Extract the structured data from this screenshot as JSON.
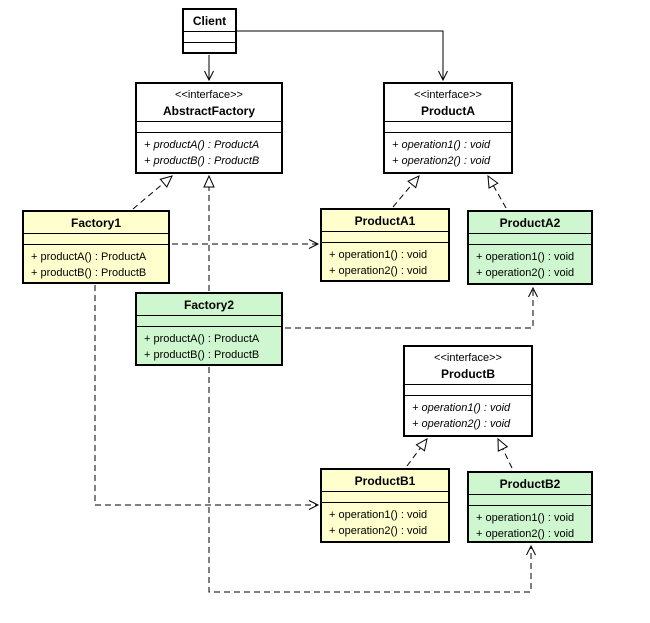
{
  "diagram": {
    "kind": "uml-class-diagram",
    "pattern": "Abstract Factory",
    "colors": {
      "background": "#FFFFFF",
      "interface_fill": "#FFFFFF",
      "family1_fill": "#FFFFCE",
      "family2_fill": "#CFF7CF",
      "border": "#000000",
      "line": "#000000"
    },
    "classes": {
      "client": {
        "name": "Client",
        "stereotype": "",
        "methods": []
      },
      "abstract_factory": {
        "stereotype": "<<interface>>",
        "name": "AbstractFactory",
        "methods": [
          "+ productA() : ProductA",
          "+ productB() : ProductB"
        ]
      },
      "product_a": {
        "stereotype": "<<interface>>",
        "name": "ProductA",
        "methods": [
          "+ operation1() : void",
          "+ operation2() : void"
        ]
      },
      "factory1": {
        "name": "Factory1",
        "methods": [
          "+ productA() : ProductA",
          "+ productB() : ProductB"
        ]
      },
      "factory2": {
        "name": "Factory2",
        "methods": [
          "+ productA() : ProductA",
          "+ productB() : ProductB"
        ]
      },
      "product_a1": {
        "name": "ProductA1",
        "methods": [
          "+ operation1() : void",
          "+ operation2() : void"
        ]
      },
      "product_a2": {
        "name": "ProductA2",
        "methods": [
          "+ operation1() : void",
          "+ operation2() : void"
        ]
      },
      "product_b": {
        "stereotype": "<<interface>>",
        "name": "ProductB",
        "methods": [
          "+ operation1() : void",
          "+ operation2() : void"
        ]
      },
      "product_b1": {
        "name": "ProductB1",
        "methods": [
          "+ operation1() : void",
          "+ operation2() : void"
        ]
      },
      "product_b2": {
        "name": "ProductB2",
        "methods": [
          "+ operation1() : void",
          "+ operation2() : void"
        ]
      }
    },
    "relationships": [
      {
        "from": "Client",
        "to": "AbstractFactory",
        "type": "directed-association",
        "line": "solid",
        "arrowhead": "open"
      },
      {
        "from": "Client",
        "to": "ProductA",
        "type": "directed-association",
        "line": "solid",
        "arrowhead": "open"
      },
      {
        "from": "Factory1",
        "to": "AbstractFactory",
        "type": "realization",
        "line": "dashed",
        "arrowhead": "hollow-triangle"
      },
      {
        "from": "Factory2",
        "to": "AbstractFactory",
        "type": "realization",
        "line": "dashed",
        "arrowhead": "hollow-triangle"
      },
      {
        "from": "ProductA1",
        "to": "ProductA",
        "type": "realization",
        "line": "dashed",
        "arrowhead": "hollow-triangle"
      },
      {
        "from": "ProductA2",
        "to": "ProductA",
        "type": "realization",
        "line": "dashed",
        "arrowhead": "hollow-triangle"
      },
      {
        "from": "ProductB1",
        "to": "ProductB",
        "type": "realization",
        "line": "dashed",
        "arrowhead": "hollow-triangle"
      },
      {
        "from": "ProductB2",
        "to": "ProductB",
        "type": "realization",
        "line": "dashed",
        "arrowhead": "hollow-triangle"
      },
      {
        "from": "Factory1",
        "to": "ProductA1",
        "type": "dependency",
        "line": "dashed",
        "arrowhead": "open"
      },
      {
        "from": "Factory1",
        "to": "ProductB1",
        "type": "dependency",
        "line": "dashed",
        "arrowhead": "open"
      },
      {
        "from": "Factory2",
        "to": "ProductA2",
        "type": "dependency",
        "line": "dashed",
        "arrowhead": "open"
      },
      {
        "from": "Factory2",
        "to": "ProductB2",
        "type": "dependency",
        "line": "dashed",
        "arrowhead": "open"
      }
    ]
  }
}
